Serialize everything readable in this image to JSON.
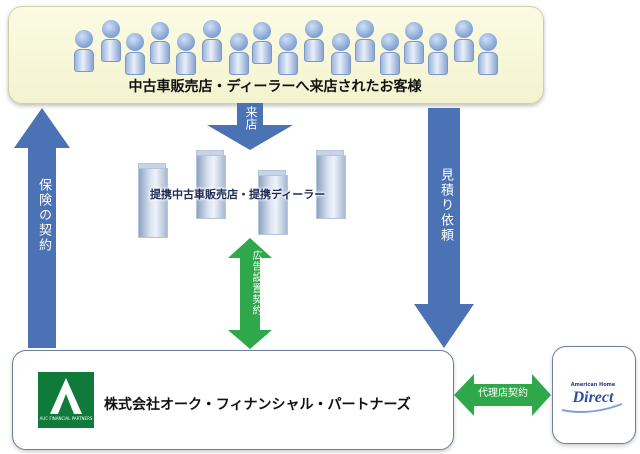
{
  "customers": {
    "label": "中古車販売店・ディーラーへ来店されたお客様"
  },
  "arrows": {
    "visit": "来店",
    "insurance_contract": "保険の契約",
    "quote_request": "見積り依頼",
    "ad_contract": "広告設置契約",
    "agency_contract": "代理店契約"
  },
  "dealers": {
    "label": "提携中古車販売店・提携ディーラー"
  },
  "company": {
    "name": "株式会社オーク・フィナンシャル・パートナーズ",
    "logo_text": "AUC FINANCIAL PARTNERS"
  },
  "partner": {
    "brand_small": "American Home",
    "brand_big": "Direct"
  },
  "colors": {
    "blue_arrow": "#4a72b4",
    "green_arrow": "#2ea84a",
    "logo_green": "#0f7a3a"
  }
}
